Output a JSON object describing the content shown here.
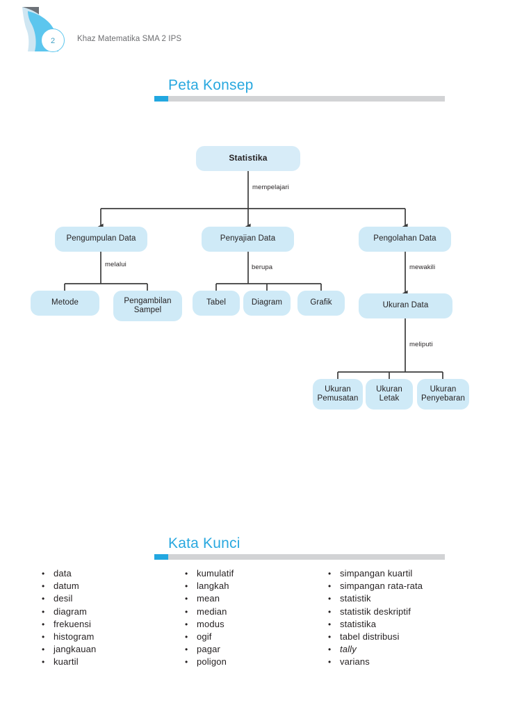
{
  "header": {
    "page_number": "2",
    "book_title": "Khaz Matematika SMA 2 IPS",
    "logo_icon": "page-curl-logo-icon"
  },
  "sections": {
    "peta_konsep": {
      "title": "Peta Konsep"
    },
    "kata_kunci": {
      "title": "Kata Kunci"
    }
  },
  "colors": {
    "accent_blue": "#22a7e0",
    "heading_blue": "#29a8df",
    "rule_gray": "#d2d3d5",
    "node_fill": "#cfeaf7",
    "root_fill": "#d7ecf8",
    "connector": "#3b3b3b",
    "text": "#231f20",
    "header_gray": "#6d6e71"
  },
  "concept_map": {
    "nodes": {
      "root": "Statistika",
      "level1": [
        "Pengumpulan Data",
        "Penyajian Data",
        "Pengolahan Data"
      ],
      "pengumpulan_children": [
        "Metode",
        "Pengambilan Sampel"
      ],
      "penyajian_children": [
        "Tabel",
        "Diagram",
        "Grafik"
      ],
      "pengolahan_child": "Ukuran Data",
      "ukuran_children": [
        "Ukuran Pemusatan",
        "Ukuran Letak",
        "Ukuran Penyebaran"
      ]
    },
    "edge_labels": {
      "root_to_level1": "mempelajari",
      "pengumpulan": "melalui",
      "penyajian": "berupa",
      "pengolahan": "mewakili",
      "ukuran_data": "meliputi"
    }
  },
  "kata_kunci": {
    "bullet": "•",
    "columns": [
      [
        "data",
        "datum",
        "desil",
        "diagram",
        "frekuensi",
        "histogram",
        "jangkauan",
        "kuartil"
      ],
      [
        "kumulatif",
        "langkah",
        "mean",
        "median",
        "modus",
        "ogif",
        "pagar",
        "poligon"
      ],
      [
        "simpangan kuartil",
        "simpangan rata-rata",
        "statistik",
        "statistik deskriptif",
        "statistika",
        "tabel distribusi",
        "tally",
        "varians"
      ]
    ],
    "italic_terms": [
      "tally"
    ]
  }
}
